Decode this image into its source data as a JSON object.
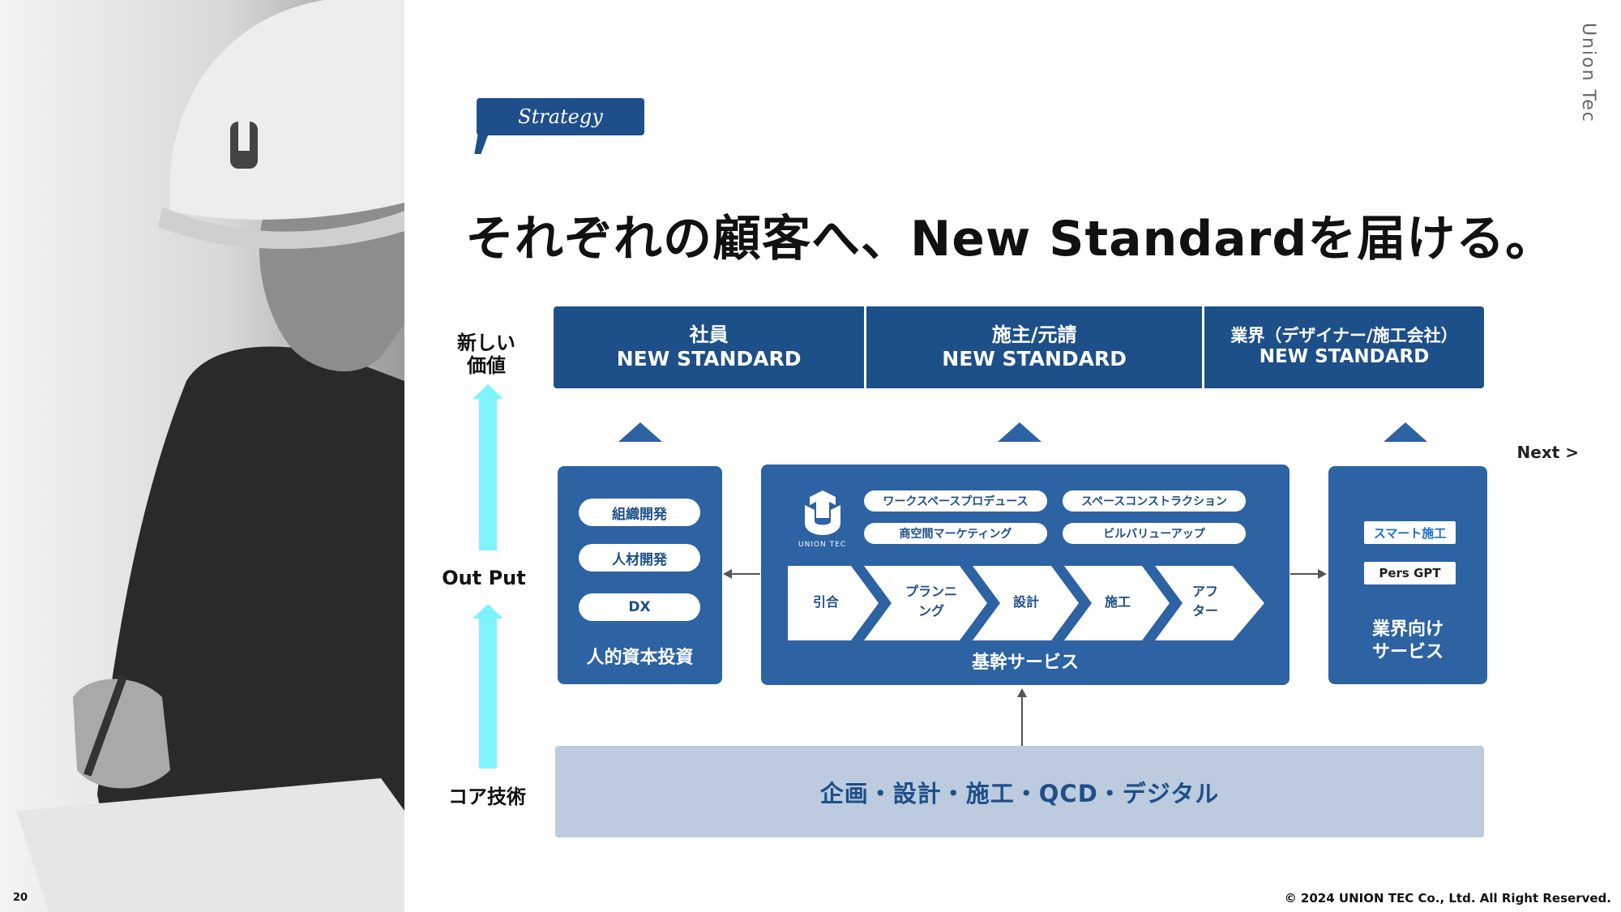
{
  "brand_vertical": "Union Tec",
  "strategy_tag": "Strategy",
  "title": "それぞれの顧客へ、New Standardを届ける。",
  "value_bar": [
    {
      "line1": "社員",
      "line2": "NEW STANDARD"
    },
    {
      "line1": "施主/元請",
      "line2": "NEW STANDARD"
    },
    {
      "line1": "業界（デザイナー/施工会社）",
      "line2": "NEW STANDARD"
    }
  ],
  "side": {
    "top": "新しい\n価値",
    "middle": "Out Put",
    "bottom": "コア技術"
  },
  "left_box": {
    "pills": [
      "組織開発",
      "人材開発",
      "DX"
    ],
    "label": "人的資本投資"
  },
  "center_box": {
    "logo_text": "UNION TEC",
    "services": [
      "ワークスペースプロデュース",
      "スペースコンストラクション",
      "商空間マーケティング",
      "ビルバリューアップ"
    ],
    "flow": [
      "引合",
      "プランニ\nング",
      "設計",
      "施工",
      "アフ\nター"
    ],
    "label": "基幹サービス"
  },
  "right_box": {
    "badges": [
      "スマート施工",
      "Pers GPT"
    ],
    "label": "業界向け\nサービス"
  },
  "core": "企画・設計・施工・QCD・デジタル",
  "next": "Next >",
  "page_number": "20",
  "copyright": "© 2024 UNION TEC Co., Ltd. All Right Reserved.",
  "colors": {
    "primary": "#1d4f89",
    "box": "#2d62a3",
    "cyan": "#7ff3fb",
    "core_bg": "#bccbde"
  }
}
